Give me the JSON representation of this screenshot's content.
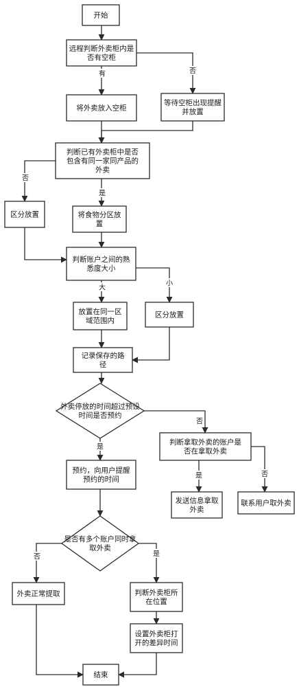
{
  "nodes": {
    "start": [
      "开始"
    ],
    "check_empty": [
      "远程判断外卖柜内是",
      "否有空柜"
    ],
    "put_in": [
      "将外卖放入空柜"
    ],
    "wait_remind": [
      "等待空柜出现提醒",
      "并放置"
    ],
    "check_same_shop": [
      "判断已有外卖柜中是否",
      "包含有同一家同产品的",
      "外卖"
    ],
    "zone_left": [
      "区分放置"
    ],
    "food_zone": [
      "将食物分区放",
      "置"
    ],
    "familiarity": [
      "判断账户之间的熟",
      "悉度大小"
    ],
    "same_area": [
      "放置在同一区",
      "域范围内"
    ],
    "zone_right": [
      "区分放置"
    ],
    "record_path": [
      "记录保存的路",
      "径"
    ],
    "check_timeout": [
      "外卖停放的时间超过预设",
      "时间是否预约"
    ],
    "check_pickup": [
      "判断拿取外卖的账户是",
      "否在拿取外卖"
    ],
    "remind_time": [
      "预约，向用户提醒",
      "预约的时间"
    ],
    "send_msg": [
      "发送信息拿取",
      "外卖"
    ],
    "contact_user": [
      "联系用户取外卖"
    ],
    "check_multi": [
      "是否有多个账户同时拿",
      "取外卖"
    ],
    "normal_pickup": [
      "外卖正常提取"
    ],
    "locate_cabinet": [
      "判断外卖柜所",
      "在位置"
    ],
    "set_delay": [
      "设置外卖柜打",
      "开的差异时间"
    ],
    "end": [
      "结束"
    ]
  },
  "edge_labels": {
    "yes": "是",
    "no": "否",
    "has": "有",
    "big": "大",
    "small": "小"
  }
}
